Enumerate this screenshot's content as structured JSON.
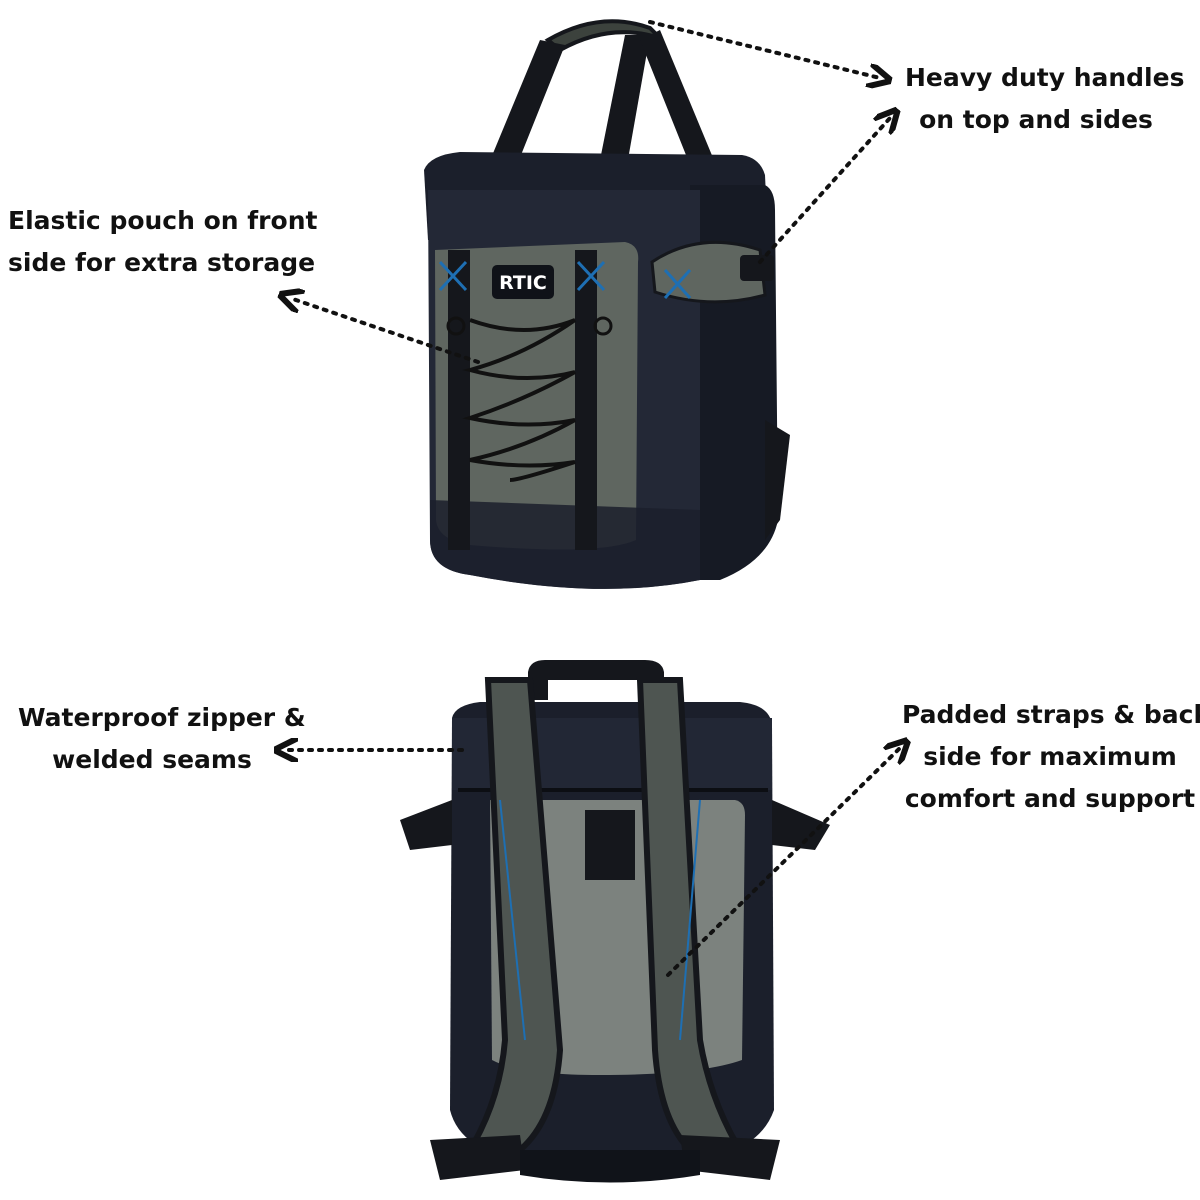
{
  "callouts": {
    "handles": {
      "line1": "Heavy duty handles",
      "line2": "on top and sides"
    },
    "pouch": {
      "line1": "Elastic pouch on front",
      "line2": "side for extra storage"
    },
    "zipper": {
      "line1": "Waterproof zipper &",
      "line2": "welded seams"
    },
    "straps": {
      "line1": "Padded straps & back",
      "line2": "side for maximum",
      "line3": "comfort and support"
    }
  },
  "logo_text": "RTIC",
  "colors": {
    "body_dark": "#1b1f2b",
    "panel_gray": "#5f6660",
    "accent_blue": "#1e6fb3",
    "strap_black": "#15171c",
    "arrow": "#111111"
  }
}
